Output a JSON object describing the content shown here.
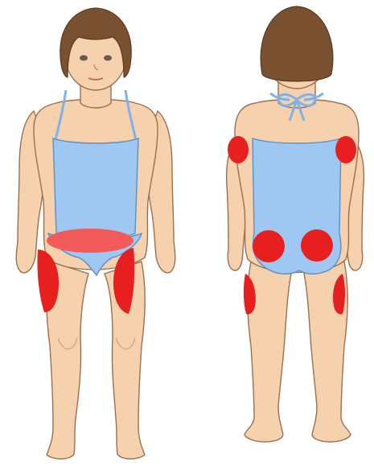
{
  "colors": {
    "background": "#ffffff",
    "skin": "#f6d1ad",
    "skin_shadow": "#e6b892",
    "outline": "#9b6f52",
    "hair": "#7a5130",
    "hair_dark": "#5b3a20",
    "swimsuit": "#9ec8f2",
    "swimsuit_outline": "#5b8fc6",
    "injection_site": "#e81f1f",
    "injection_site_light": "#f25a5a"
  },
  "figures": [
    {
      "view": "front",
      "injection_sites": [
        "abdomen",
        "left-thigh",
        "right-thigh"
      ]
    },
    {
      "view": "back",
      "injection_sites": [
        "left-upper-arm",
        "right-upper-arm",
        "left-buttock",
        "right-buttock",
        "left-back-thigh",
        "right-back-thigh"
      ]
    }
  ]
}
